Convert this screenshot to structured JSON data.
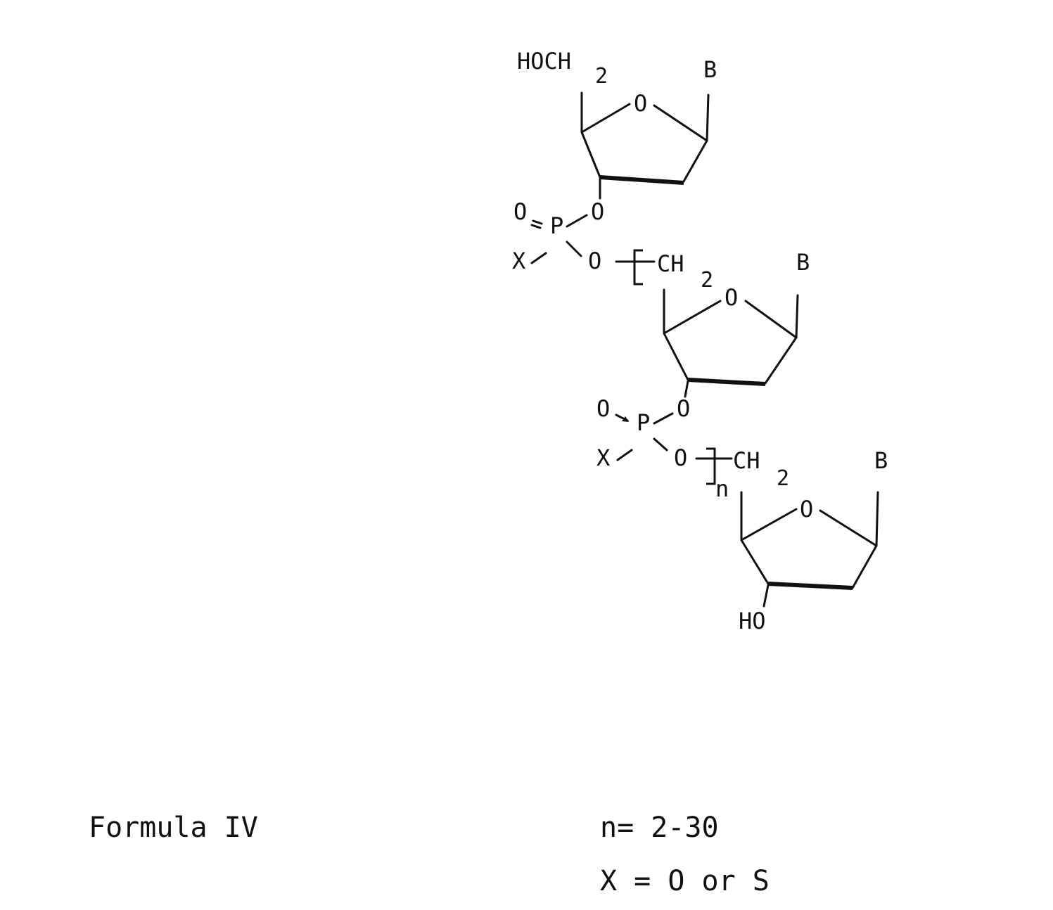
{
  "structure": {
    "residue1": {
      "hoch2": "HOCH",
      "hoch2_sub": "2",
      "ring_o": "O",
      "base": "B",
      "o3": "O"
    },
    "phosphate1": {
      "o_double": "O",
      "p": "P",
      "x": "X",
      "o5": "O"
    },
    "residue2": {
      "ch2": "CH",
      "ch2_sub": "2",
      "ring_o": "O",
      "base": "B",
      "o3": "O"
    },
    "phosphate2": {
      "o_double": "O",
      "p": "P",
      "x": "X",
      "o5": "O",
      "repeat_index": "n"
    },
    "residue3": {
      "ch2": "CH",
      "ch2_sub": "2",
      "ring_o": "O",
      "base": "B",
      "ho": "HO"
    }
  },
  "caption": {
    "formula_label": "Formula IV",
    "n_range": "n= 2-30",
    "x_definition": "X = O or S"
  }
}
